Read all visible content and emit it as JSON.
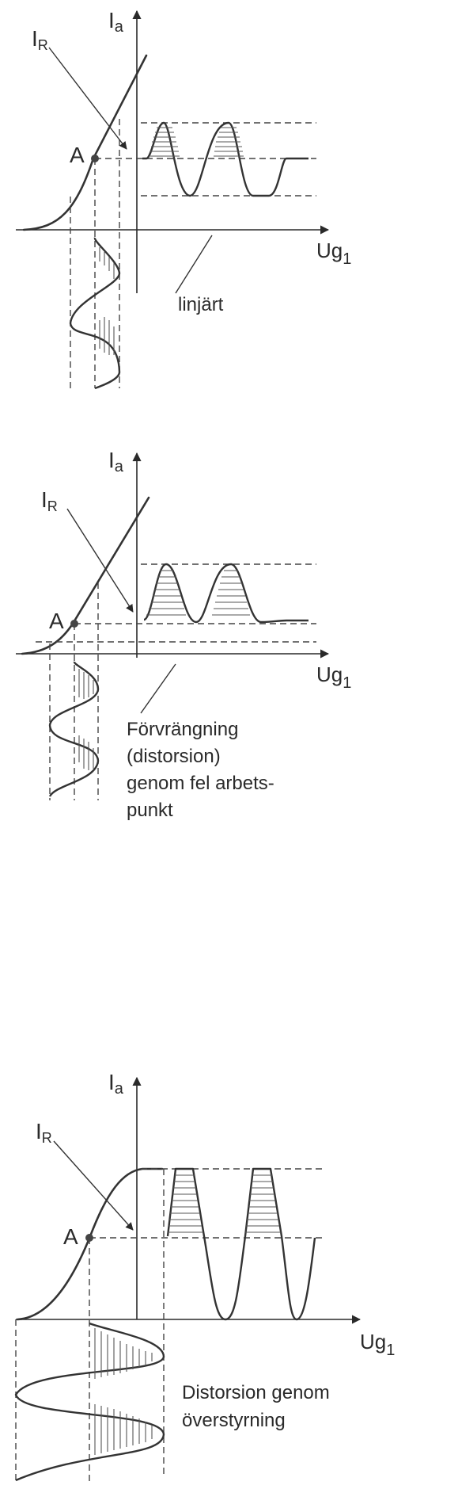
{
  "diagrams": [
    {
      "y_axis_label": "I",
      "y_axis_subscript": "a",
      "x_axis_label": "Ug",
      "x_axis_subscript": "1",
      "pointer_label": "I",
      "pointer_subscript": "R",
      "point_label": "A",
      "caption_lines": [
        "linjärt"
      ]
    },
    {
      "y_axis_label": "I",
      "y_axis_subscript": "a",
      "x_axis_label": "Ug",
      "x_axis_subscript": "1",
      "pointer_label": "I",
      "pointer_subscript": "R",
      "point_label": "A",
      "caption_lines": [
        "Förvrängning",
        "(distorsion)",
        "genom fel arbets-",
        "punkt"
      ]
    },
    {
      "y_axis_label": "I",
      "y_axis_subscript": "a",
      "x_axis_label": "Ug",
      "x_axis_subscript": "1",
      "pointer_label": "I",
      "pointer_subscript": "R",
      "point_label": "A",
      "caption_lines": [
        "Distorsion genom",
        "överstyrning"
      ]
    }
  ]
}
